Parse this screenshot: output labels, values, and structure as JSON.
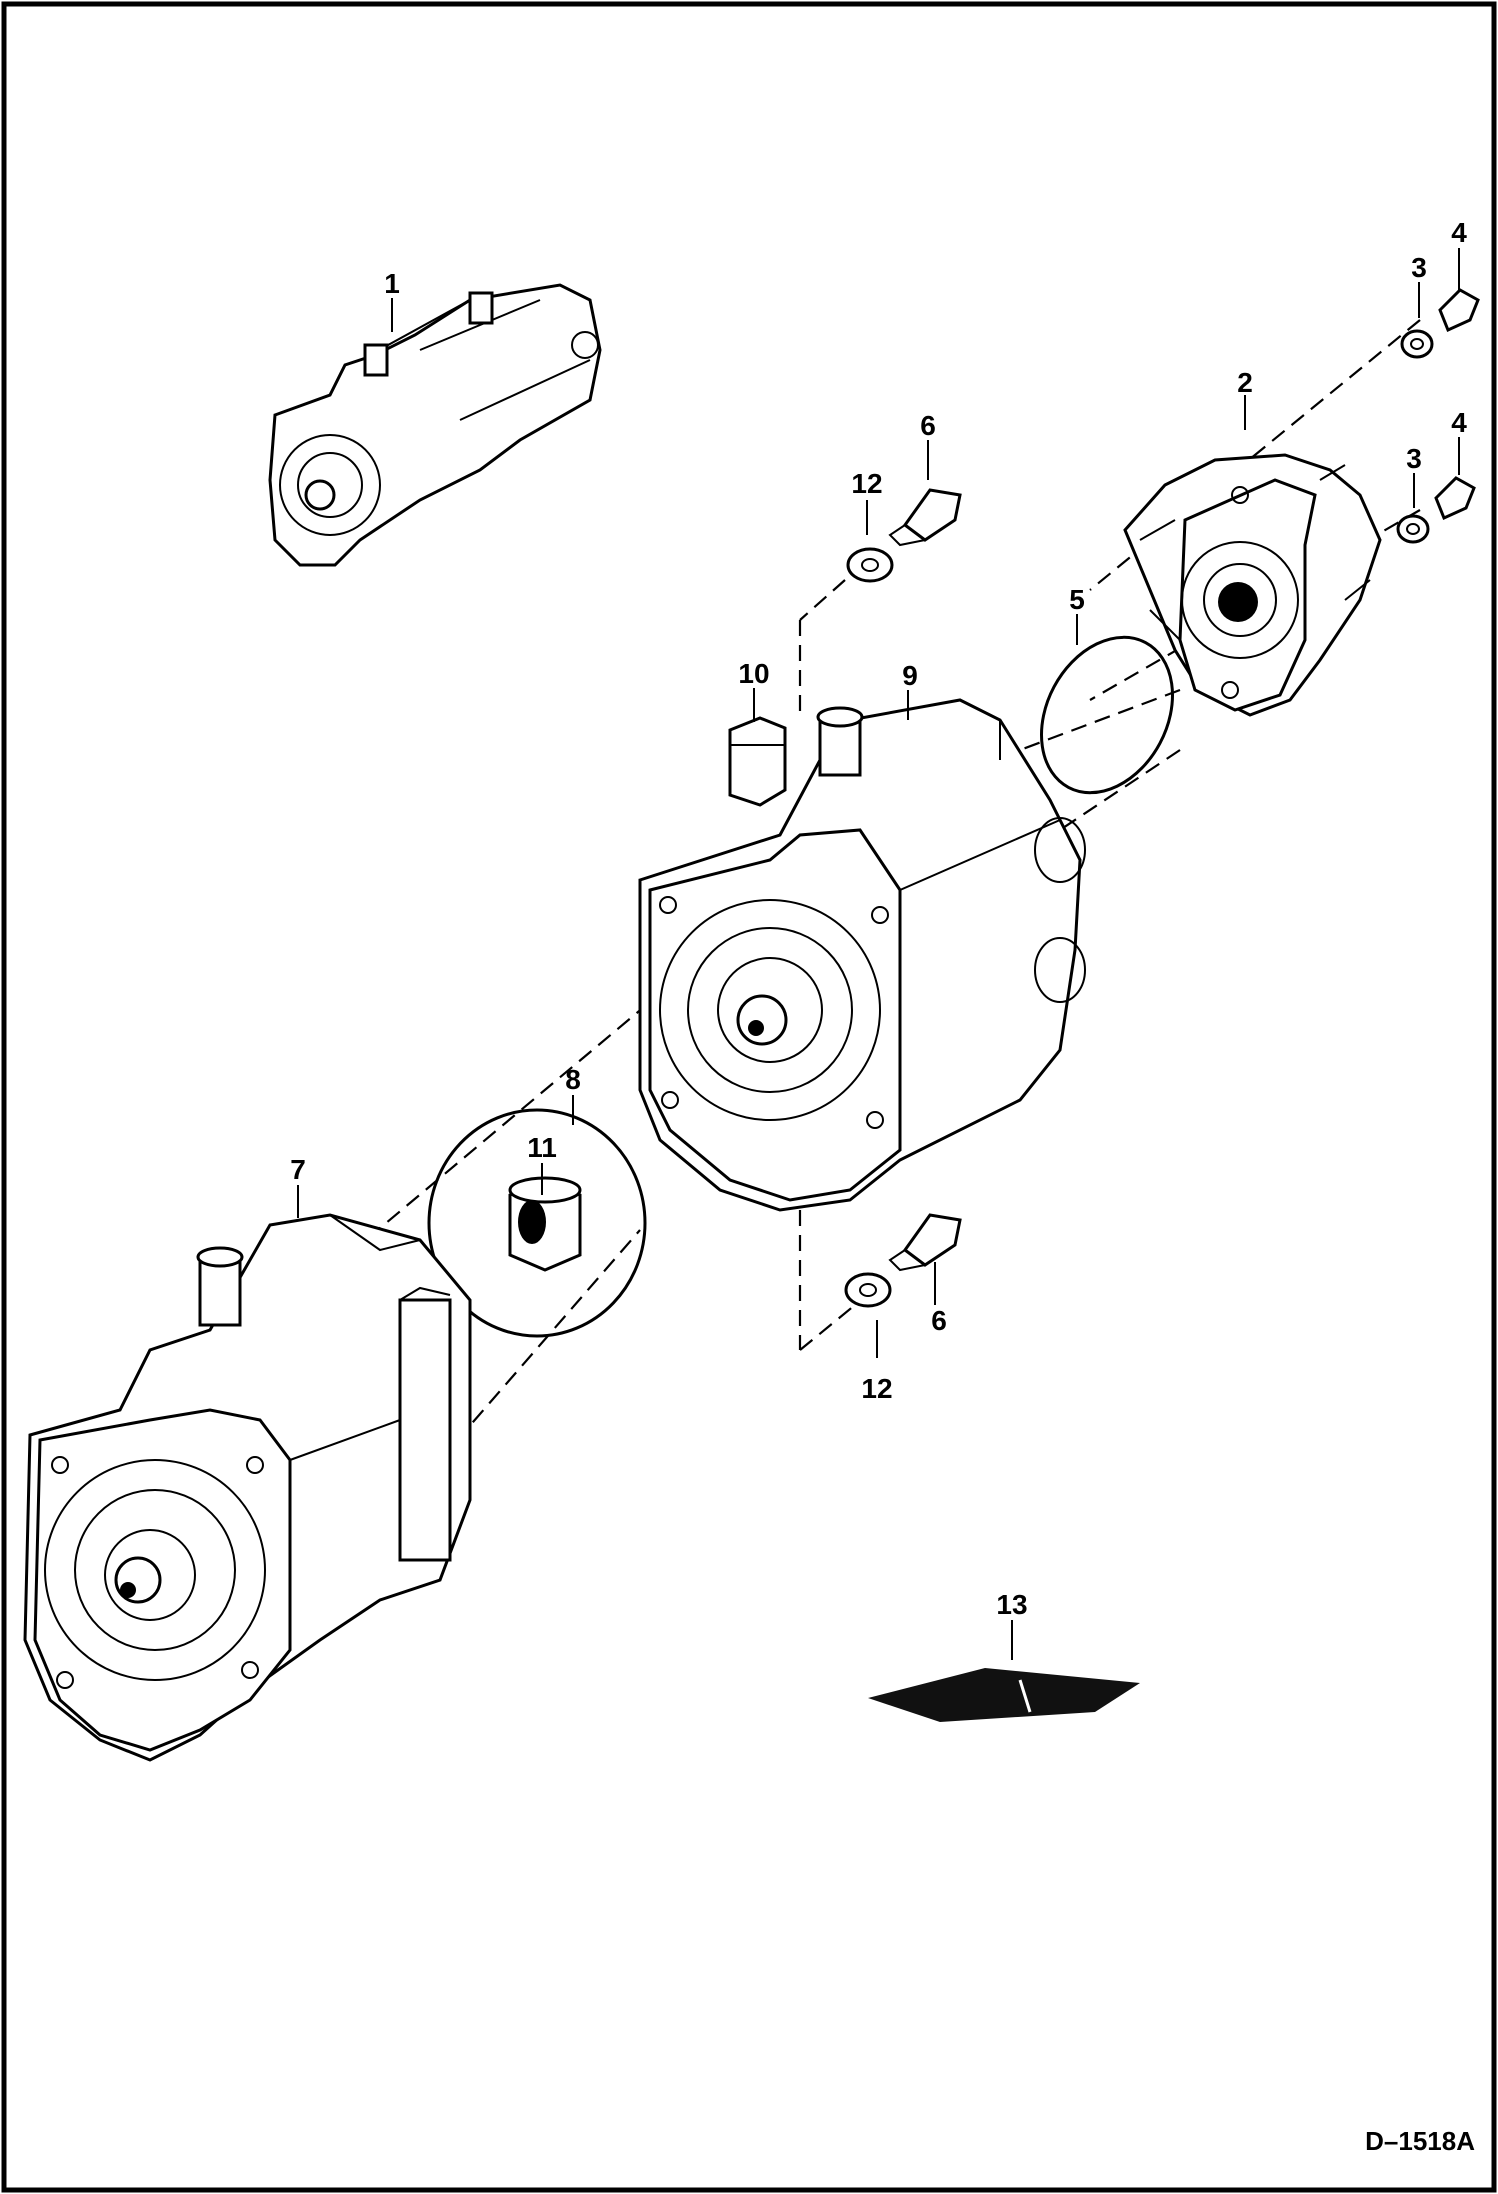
{
  "drawing": {
    "id": "D–1518A",
    "callouts": [
      {
        "key": "c1",
        "label": "1"
      },
      {
        "key": "c2",
        "label": "2"
      },
      {
        "key": "c3a",
        "label": "3"
      },
      {
        "key": "c3b",
        "label": "3"
      },
      {
        "key": "c4a",
        "label": "4"
      },
      {
        "key": "c4b",
        "label": "4"
      },
      {
        "key": "c5",
        "label": "5"
      },
      {
        "key": "c6a",
        "label": "6"
      },
      {
        "key": "c6b",
        "label": "6"
      },
      {
        "key": "c7",
        "label": "7"
      },
      {
        "key": "c8",
        "label": "8"
      },
      {
        "key": "c9",
        "label": "9"
      },
      {
        "key": "c10",
        "label": "10"
      },
      {
        "key": "c11",
        "label": "11"
      },
      {
        "key": "c12a",
        "label": "12"
      },
      {
        "key": "c12b",
        "label": "12"
      },
      {
        "key": "c13",
        "label": "13"
      }
    ]
  }
}
